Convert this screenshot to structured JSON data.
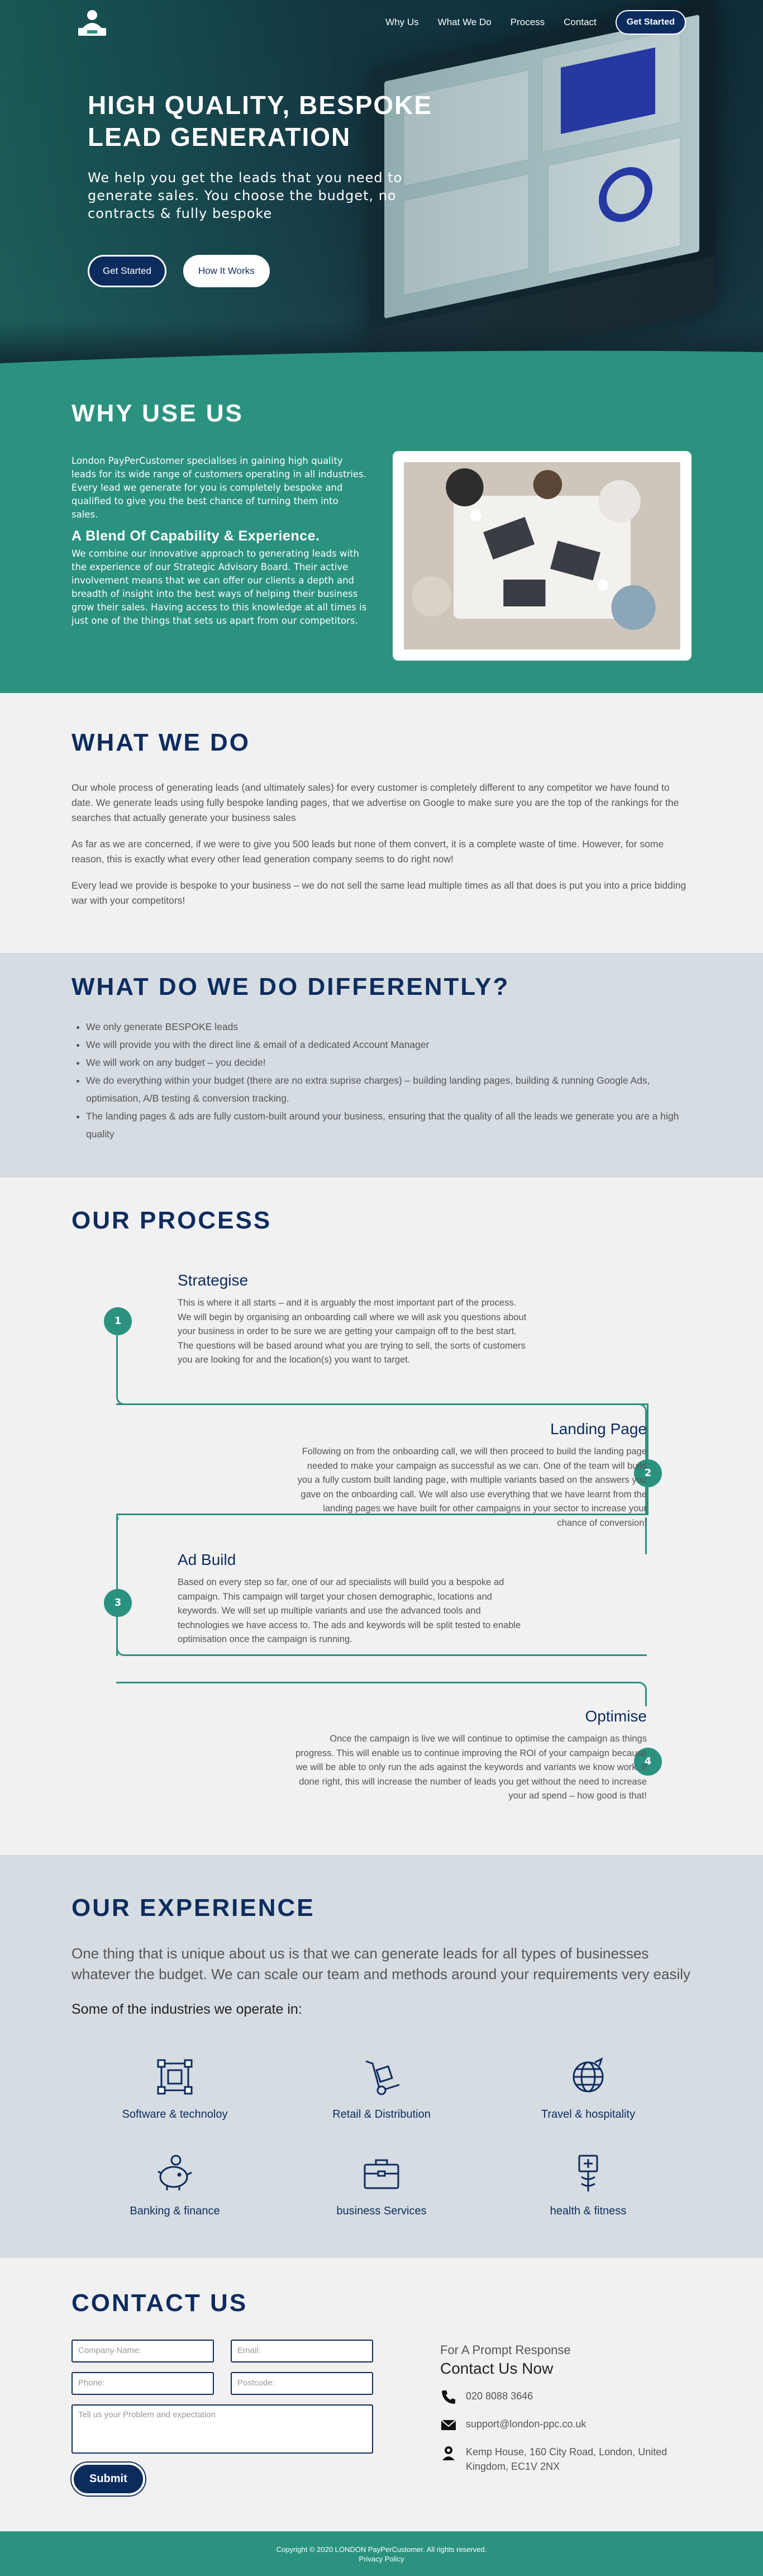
{
  "nav": {
    "items": [
      "Why Us",
      "What We Do",
      "Process",
      "Contact"
    ],
    "cta": "Get Started"
  },
  "hero": {
    "title": "HIGH QUALITY, BESPOKE LEAD GENERATION",
    "subtitle": "We help you get the leads that you need to generate sales. You choose the budget, no contracts & fully bespoke",
    "btn_primary": "Get Started",
    "btn_secondary": "How It Works"
  },
  "why": {
    "title": "WHY USE US",
    "p1": "London PayPerCustomer specialises in gaining high quality leads for its wide range of customers operating in all industries. Every lead we generate for you is completely bespoke and qualified to give you the best chance of turning them into sales.",
    "h3": "A Blend Of Capability & Experience.",
    "p2": "We combine our innovative approach to generating leads with the experience of our Strategic Advisory Board. Their active involvement means that we can offer our clients a depth and breadth of insight into the best ways of helping their business grow their sales. Having access to this knowledge at all times is just one of the things that sets us apart from our competitors."
  },
  "what": {
    "title": "WHAT WE DO",
    "p1": "Our whole process of generating leads (and ultimately sales) for every customer is completely different to any competitor we have found to date. We generate leads using fully bespoke landing pages, that we advertise on Google to make sure you are the top of the rankings for the searches that actually generate your business sales",
    "p2": "As far as we are concerned, if we were to give you 500 leads but none of them convert, it is a complete waste of time. However, for some reason, this is exactly what every other lead generation company seems to do right now!",
    "p3": "Every lead we provide is bespoke to your business – we do not sell the same lead multiple times as all that does is put you into a price bidding war with your competitors!"
  },
  "diff": {
    "title": "WHAT DO WE DO DIFFERENTLY?",
    "items": [
      "We only generate BESPOKE leads",
      "We will provide you with the direct line & email of a dedicated Account Manager",
      "We will work on any budget – you decide!",
      "We do everything within your budget (there are no extra suprise charges) – building landing pages, building & running Google Ads, optimisation, A/B testing & conversion tracking.",
      "The landing pages & ads are fully custom-built around your business, ensuring that the quality of all the leads we generate you are a high quality"
    ]
  },
  "process": {
    "title": "OUR PROCESS",
    "steps": [
      {
        "num": "1",
        "title": "Strategise",
        "body": "This is where it all starts – and it is arguably the most important part of the process. We will begin by organising an onboarding call where we will ask you questions about your business in order to be sure we are getting your campaign off to the best start. The questions will be based around what you are trying to sell, the sorts of customers you are looking for and the location(s) you want to target."
      },
      {
        "num": "2",
        "title": "Landing Page",
        "body": "Following on from the onboarding call, we will then proceed to build the landing page needed to make your campaign as successful as we can. One of the team will build you a fully custom built landing page, with multiple variants based on the answers you gave on the onboarding call. We will also use everything that we have learnt from the landing pages we have built for other campaigns in your sector to increase your chance of conversion!"
      },
      {
        "num": "3",
        "title": "Ad Build",
        "body": "Based on every step so far, one of our ad specialists will build you a bespoke ad campaign. This campaign will target your chosen demographic, locations and keywords. We will set up multiple variants and use the advanced tools and technologies we have access to. The ads and keywords will be split tested to enable optimisation once the campaign is running."
      },
      {
        "num": "4",
        "title": "Optimise",
        "body": "Once the campaign is live we will continue to optimise the campaign as things progress. This will enable us to continue improving the ROI of your campaign because we will be able to only run the ads against the keywords and variants we know work. If done right, this will increase the number of leads you get without the need to increase your ad spend – how good is that!"
      }
    ]
  },
  "experience": {
    "title": "OUR EXPERIENCE",
    "lead": "One thing that is unique about us is that we can generate leads for all types of businesses whatever the budget. We can scale our team and methods around your requirements very easily",
    "sub": "Some of the industries we operate in:",
    "industries": [
      {
        "label": "Software & technoloy",
        "icon": "software-icon"
      },
      {
        "label": "Retail & Distribution",
        "icon": "hand-truck-icon"
      },
      {
        "label": "Travel & hospitality",
        "icon": "globe-icon"
      },
      {
        "label": "Banking & finance",
        "icon": "piggy-bank-icon"
      },
      {
        "label": "business Services",
        "icon": "briefcase-icon"
      },
      {
        "label": "health & fitness",
        "icon": "medical-icon"
      }
    ]
  },
  "contact": {
    "title": "CONTACT US",
    "ph_company": "Company Name:",
    "ph_email": "Email:",
    "ph_phone": "Phone:",
    "ph_postcode": "Postcode:",
    "ph_message": "Tell us your Problem and expectation",
    "submit": "Submit",
    "pre": "For A Prompt Response",
    "heading": "Contact Us Now",
    "phone": "020 8088 3646",
    "email": "support@london-ppc.co.uk",
    "address": "Kemp House, 160 City Road, London, United Kingdom, EC1V 2NX"
  },
  "footer": {
    "copyright": "Copyright © 2020 LONDON PayPerCustomer. All rights reserved.",
    "privacy": "Privacy Policy"
  },
  "colors": {
    "navy": "#0d2c5e",
    "teal": "#2b9280",
    "light": "#f1f1f1",
    "blue_grey": "#d5dce2"
  }
}
